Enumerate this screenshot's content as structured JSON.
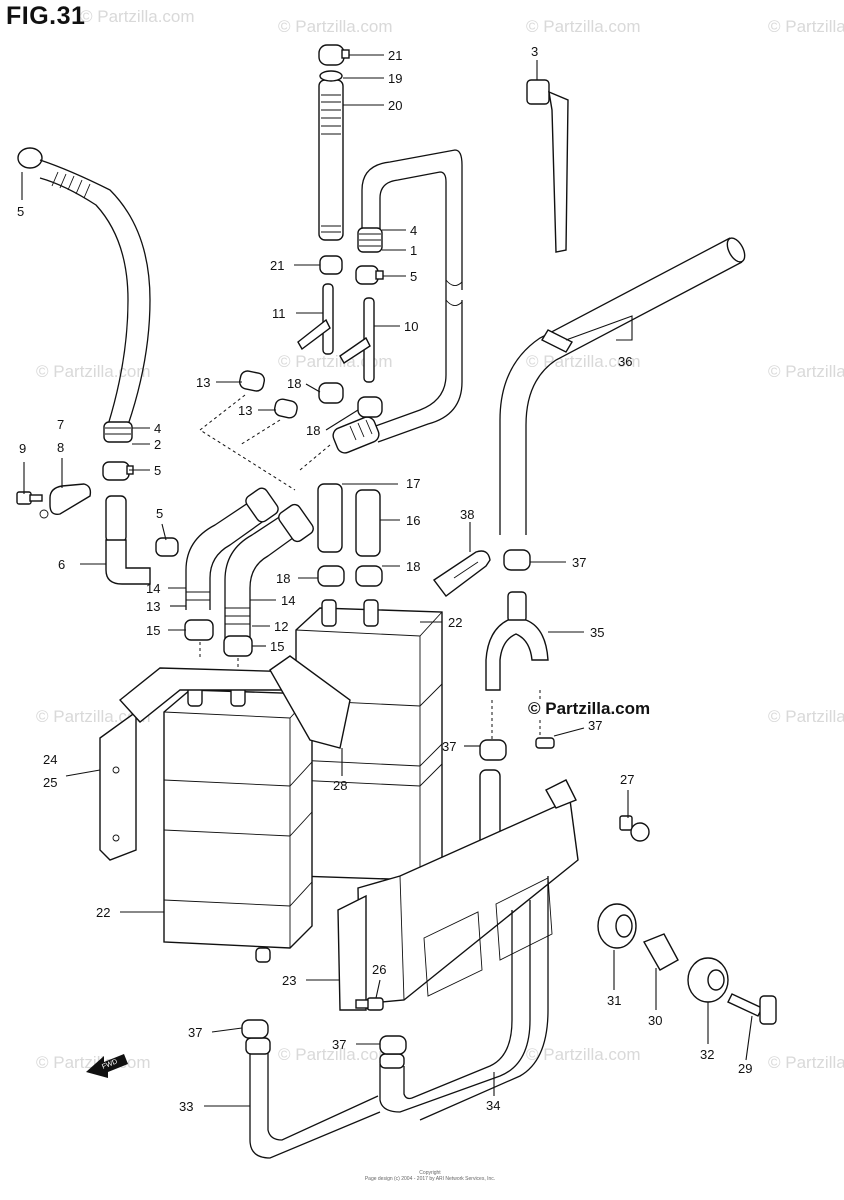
{
  "figure": {
    "title": "FIG.31"
  },
  "brand": {
    "text": "© Partzilla.com"
  },
  "watermark": "© Partzilla.com",
  "copyright": {
    "line1": "Copyright",
    "line2": "Page design (c) 2004 - 2017 by ARI Network Services, Inc."
  },
  "callouts": [
    "1",
    "2",
    "3",
    "4",
    "5",
    "6",
    "7",
    "8",
    "9",
    "10",
    "11",
    "12",
    "13",
    "14",
    "15",
    "16",
    "17",
    "18",
    "19",
    "20",
    "21",
    "22",
    "23",
    "24",
    "25",
    "26",
    "27",
    "28",
    "29",
    "30",
    "31",
    "32",
    "33",
    "34",
    "35",
    "36",
    "37",
    "38"
  ],
  "labels": {
    "l21a": "21",
    "l19": "19",
    "l20": "20",
    "l3": "3",
    "l5a": "5",
    "l4a": "4",
    "l1": "1",
    "l21b": "21",
    "l5b": "5",
    "l11": "11",
    "l10": "10",
    "l36": "36",
    "l13a": "13",
    "l18a": "18",
    "l13b": "13",
    "l18b": "18",
    "l7": "7",
    "l8": "8",
    "l9": "9",
    "l4b": "4",
    "l2": "2",
    "l5c": "5",
    "l17": "17",
    "l16": "16",
    "l38": "38",
    "l5d": "5",
    "l6": "6",
    "l18c": "18",
    "l18d": "18",
    "l37a": "37",
    "l14a": "14",
    "l13c": "13",
    "l14b": "14",
    "l12": "12",
    "l22a": "22",
    "l15a": "15",
    "l15b": "15",
    "l35": "35",
    "l37b": "37",
    "l24": "24",
    "l25": "25",
    "l37c": "37",
    "l27": "27",
    "l28": "28",
    "l22b": "22",
    "l23": "23",
    "l26": "26",
    "l31": "31",
    "l30": "30",
    "l37d": "37",
    "l37e": "37",
    "l32": "32",
    "l29": "29",
    "l33": "33",
    "l34": "34",
    "fwd": "FWD"
  },
  "colors": {
    "line": "#111111",
    "watermark": "#d9d9d9",
    "background": "#ffffff"
  }
}
